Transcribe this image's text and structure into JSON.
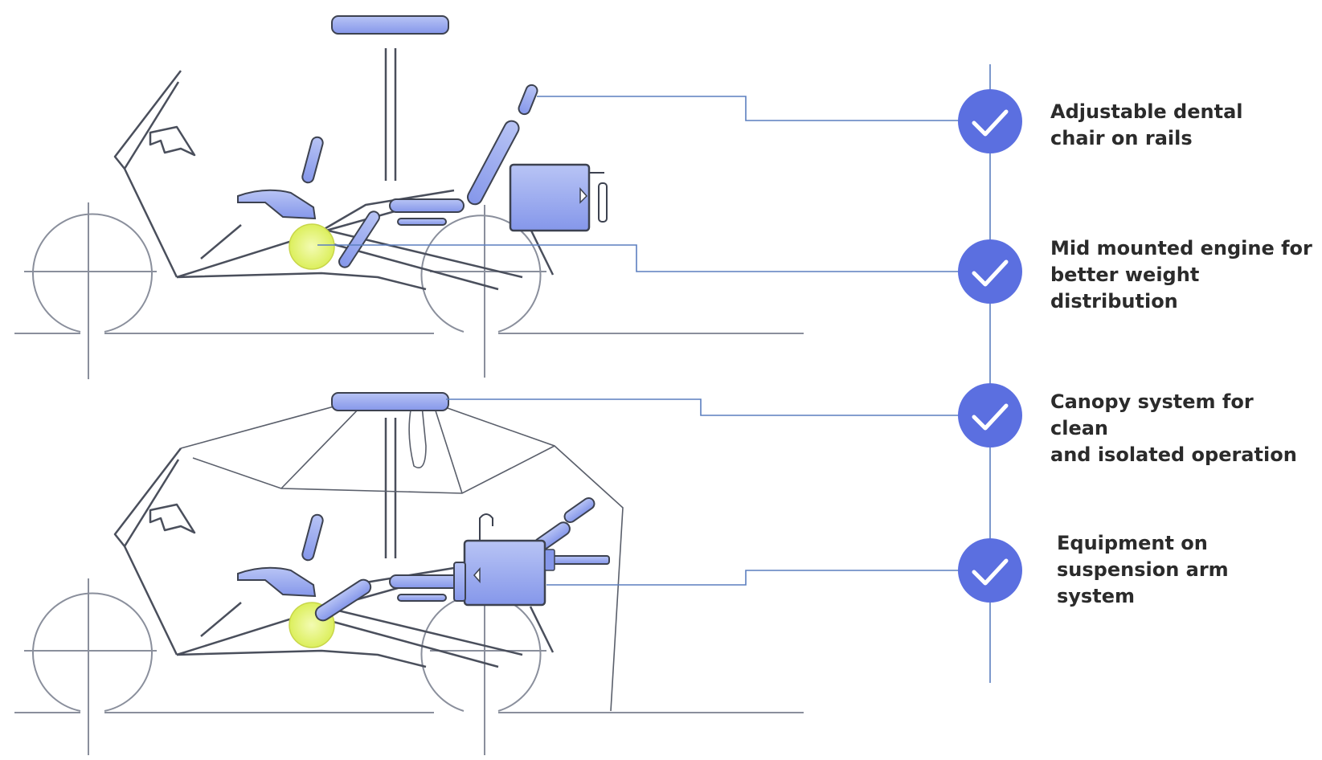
{
  "features": [
    {
      "id": "chair",
      "label": "Adjustable dental\nchair on rails"
    },
    {
      "id": "engine",
      "label": "Mid mounted engine for\nbetter weight\ndistribution"
    },
    {
      "id": "canopy",
      "label": "Canopy system for clean\nand isolated operation"
    },
    {
      "id": "equipment",
      "label": "Equipment on\nsuspension arm\nsystem"
    }
  ],
  "colors": {
    "check_circle": "#5b6fe0",
    "check_mark": "#ffffff",
    "connector_line": "#5b7fbf",
    "sketch_line": "#5a5f6b",
    "wheel_line": "#8a8f9c",
    "accent_blue": "#7a8ee8",
    "engine_yellow": "#e4f57a"
  },
  "icons": {
    "status": "checkmark-circle-icon"
  }
}
